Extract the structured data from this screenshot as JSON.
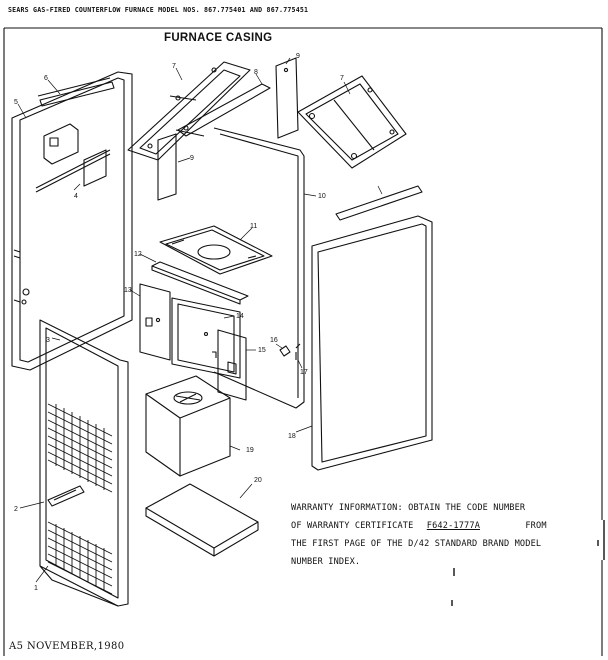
{
  "header": "SEARS GAS-FIRED COUNTERFLOW FURNACE MODEL NOS. 867.775401 AND 867.775451",
  "title": "FURNACE CASING",
  "callouts": [
    "1",
    "2",
    "3",
    "4",
    "5",
    "6",
    "7",
    "7",
    "8",
    "9",
    "9",
    "10",
    "11",
    "12",
    "13",
    "14",
    "15",
    "16",
    "17",
    "18",
    "19",
    "20"
  ],
  "warranty": {
    "line1": "WARRANTY INFORMATION: OBTAIN THE CODE NUMBER",
    "line2_a": "OF WARRANTY CERTIFICATE",
    "line2_code": "F642-1777A",
    "line2_b": "FROM",
    "line3": "THE FIRST PAGE OF THE D/42 STANDARD BRAND MODEL",
    "line4": "NUMBER INDEX."
  },
  "footer_date": "A5 NOVEMBER,1980"
}
